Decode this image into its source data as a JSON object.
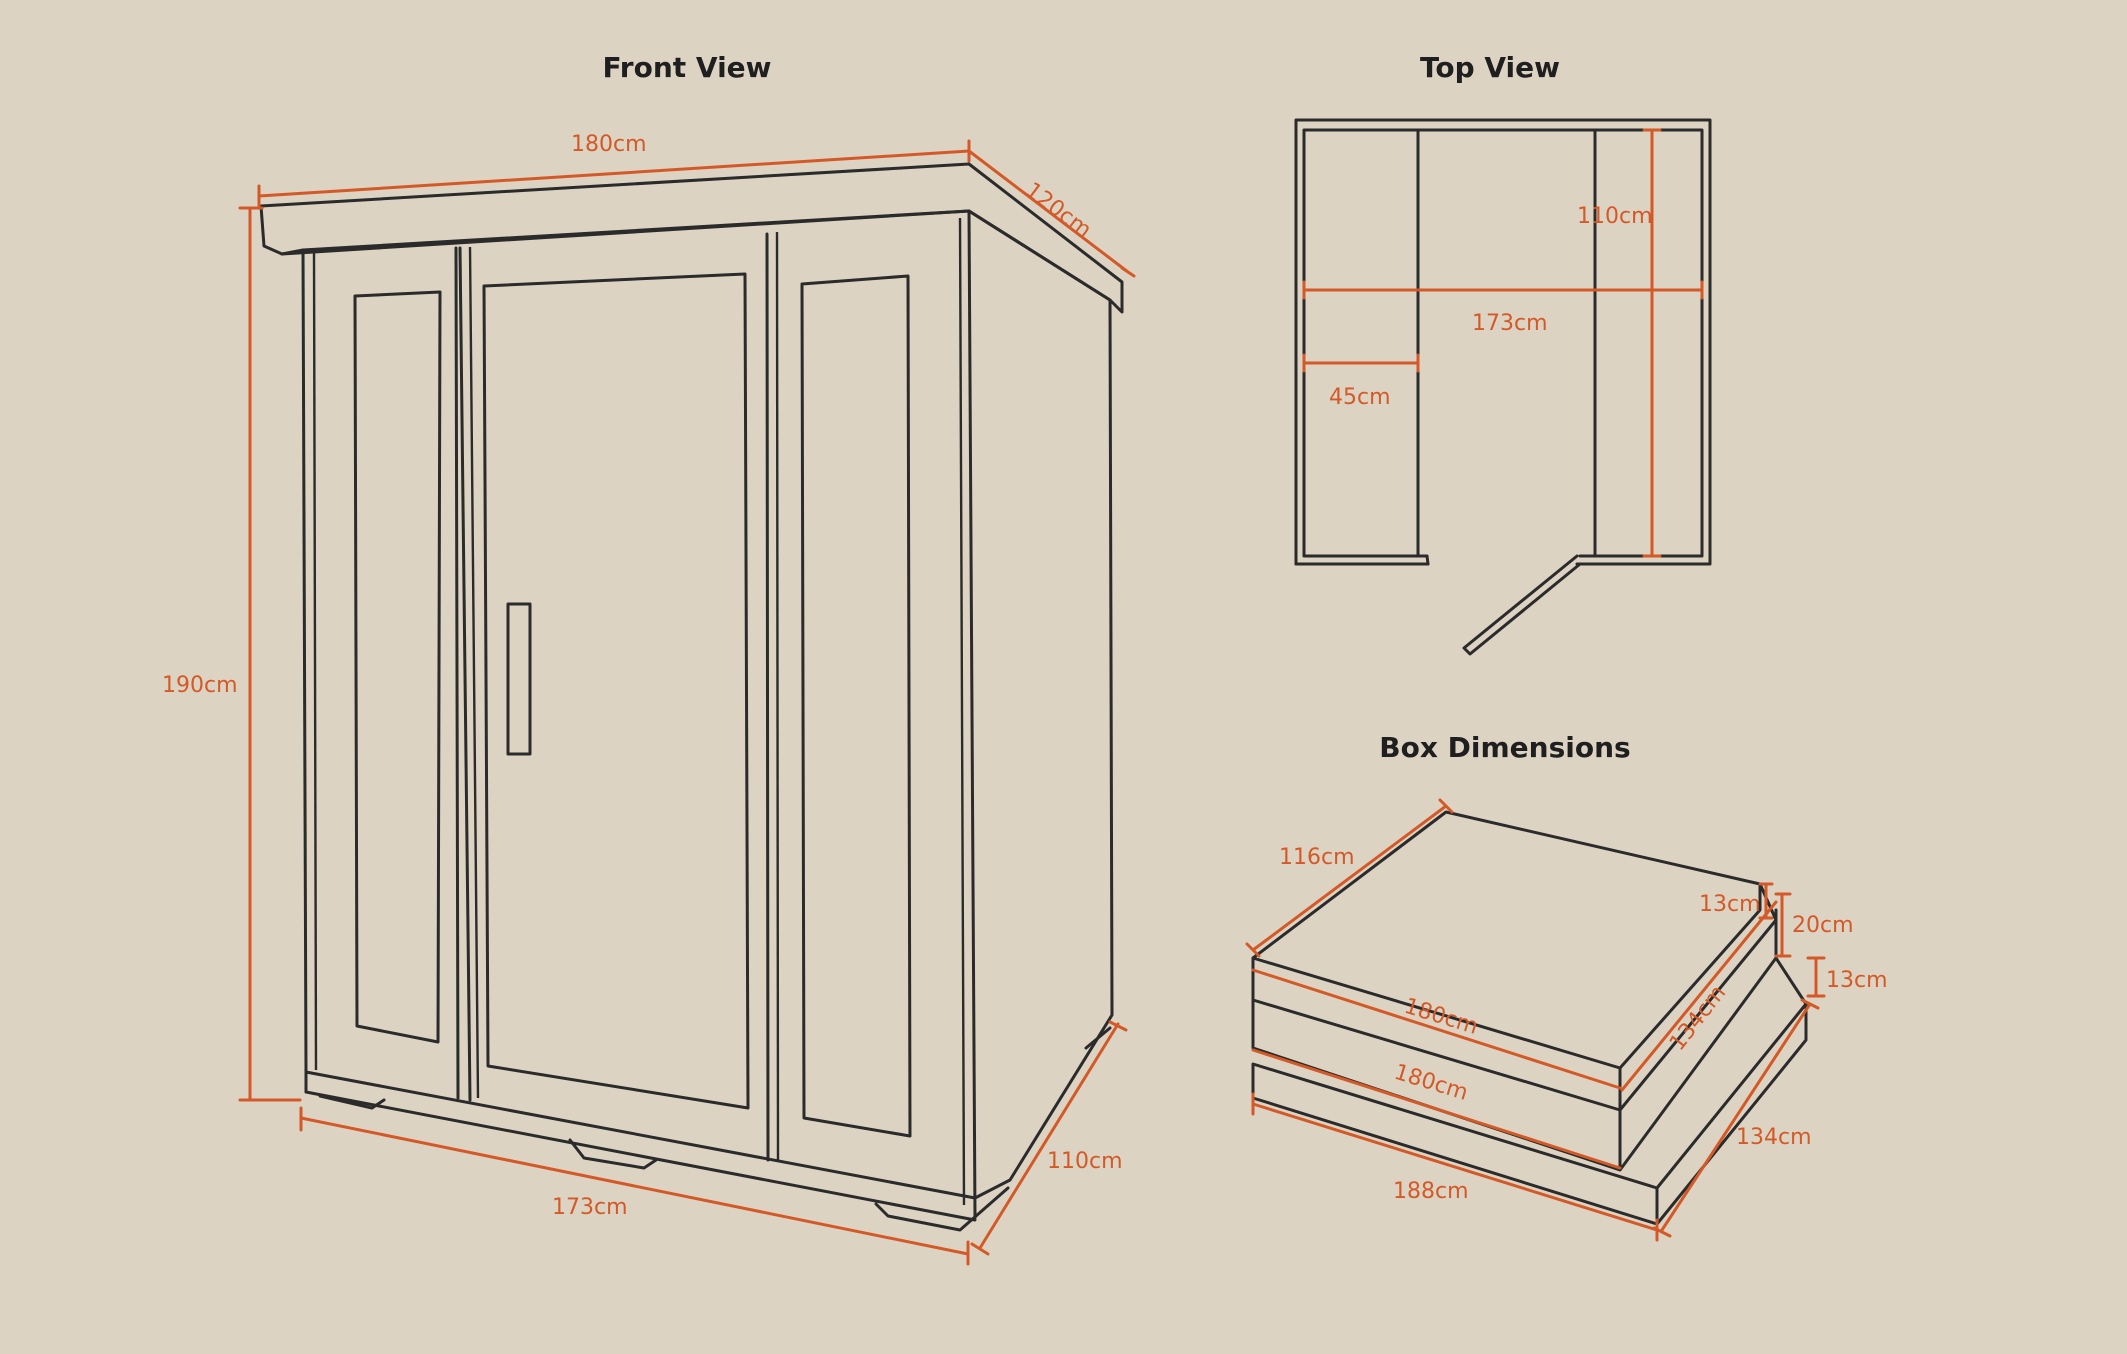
{
  "titles": {
    "front": "Front View",
    "top": "Top View",
    "box": "Box Dimensions"
  },
  "front_view": {
    "width_top": "180cm",
    "depth_top": "120cm",
    "height": "190cm",
    "width_bottom": "173cm",
    "depth_bottom": "110cm"
  },
  "top_view": {
    "depth": "110cm",
    "width": "173cm",
    "bench": "45cm"
  },
  "box_dimensions": {
    "box1_depth": "116cm",
    "box1_thickness": "13cm",
    "combined_height": "20cm",
    "box2_thickness": "13cm",
    "box1_length": "180cm",
    "box1_width": "134cm",
    "box2_length": "180cm",
    "box3_length": "188cm",
    "box3_width": "134cm"
  },
  "colors": {
    "background": "#dcd3c3",
    "line": "#2b2b2b",
    "dimension": "#d35a28",
    "title": "#1f1f1f"
  }
}
